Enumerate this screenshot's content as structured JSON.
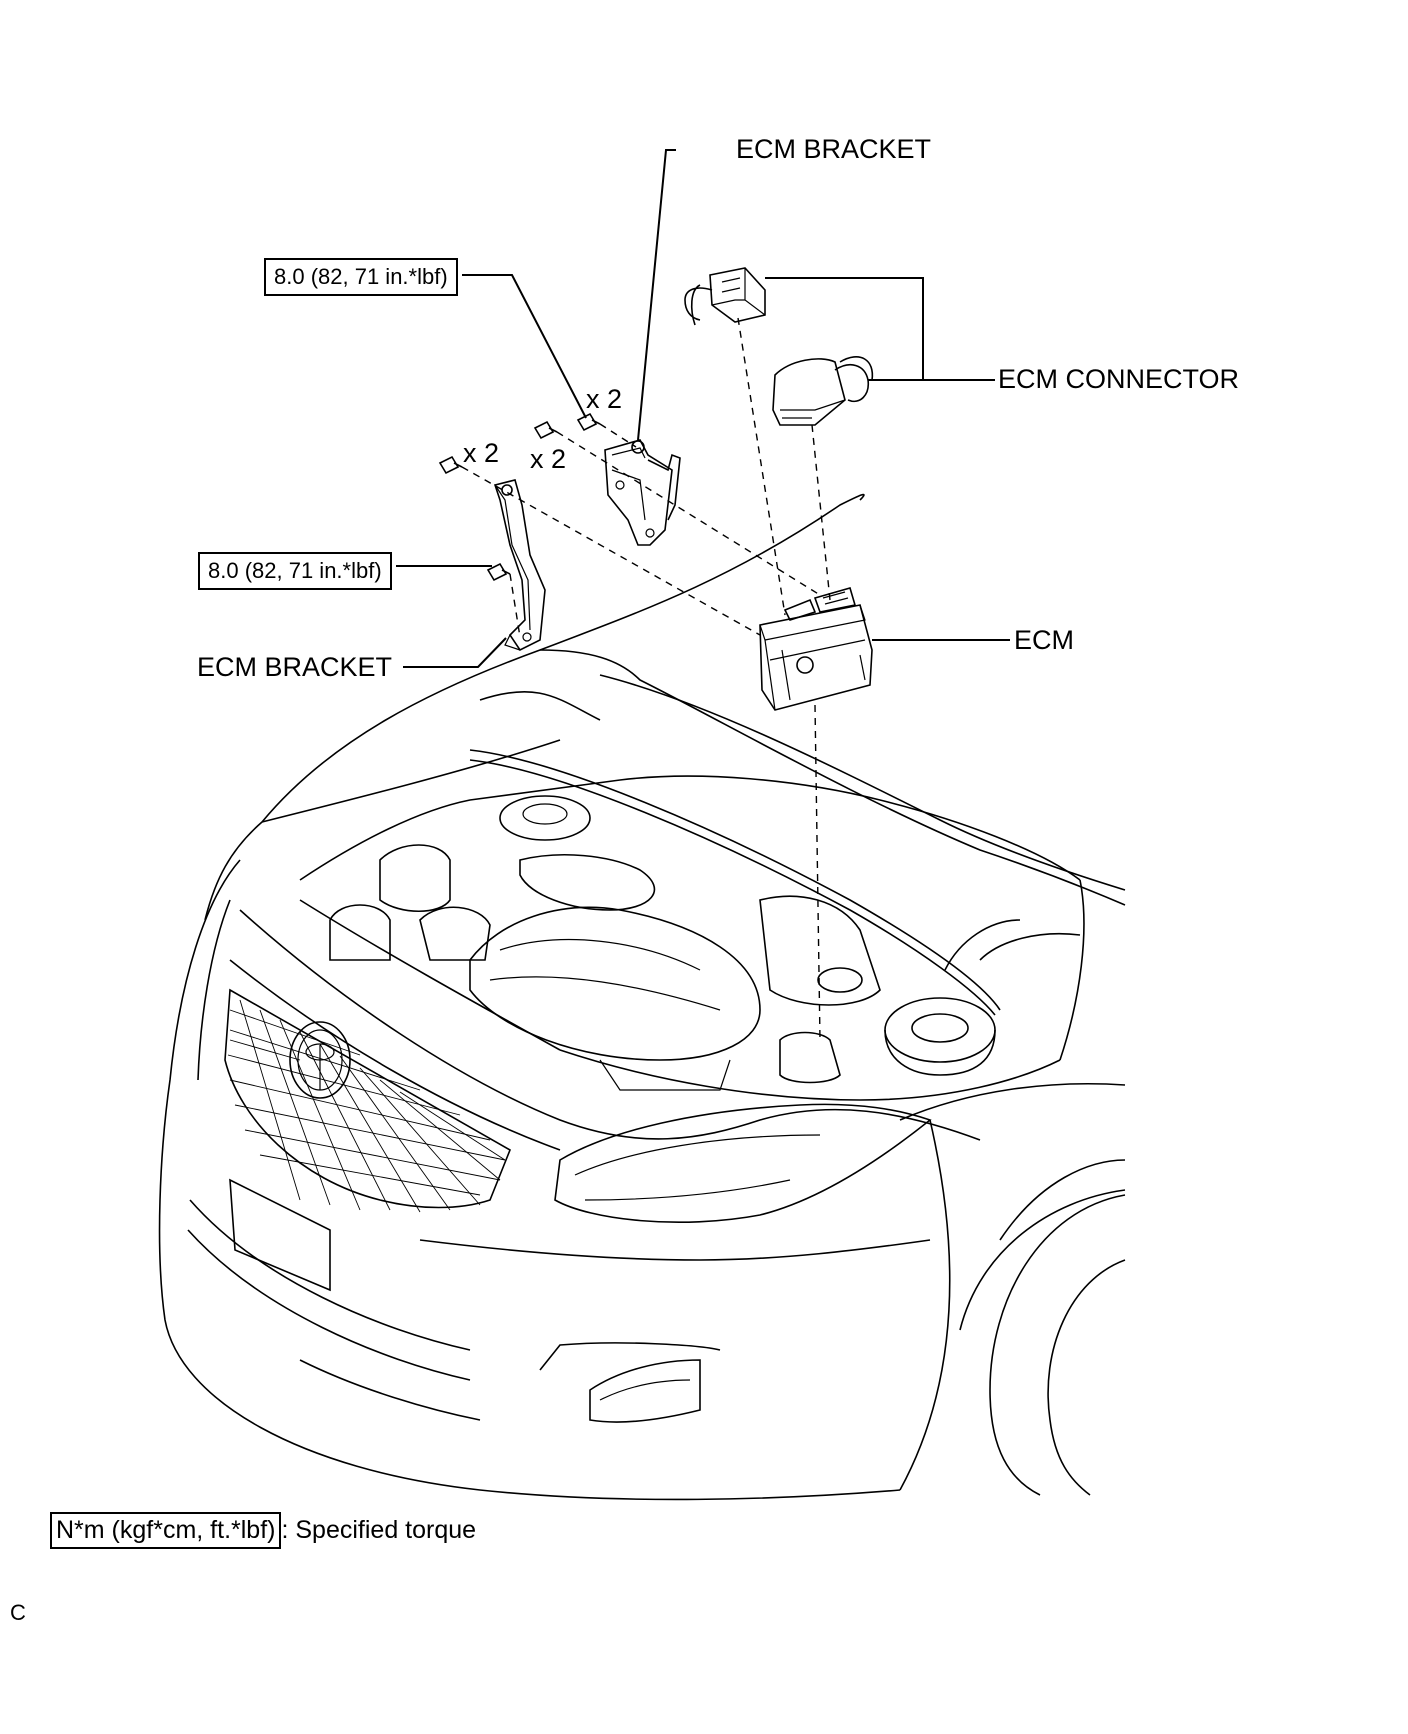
{
  "labels": {
    "ecm_bracket_top": "ECM BRACKET",
    "ecm_connector": "ECM CONNECTOR",
    "ecm": "ECM",
    "ecm_bracket_left": "ECM BRACKET"
  },
  "torque_specs": {
    "upper": "8.0 (82, 71 in.*lbf)",
    "lower": "8.0 (82, 71 in.*lbf)"
  },
  "quantities": {
    "bolt_a": "x 2",
    "bolt_b": "x 2",
    "bolt_c": "x 2"
  },
  "legend": {
    "unit_box": "N*m (kgf*cm, ft.*lbf)",
    "description": ": Specified torque"
  },
  "corner_code": "C"
}
